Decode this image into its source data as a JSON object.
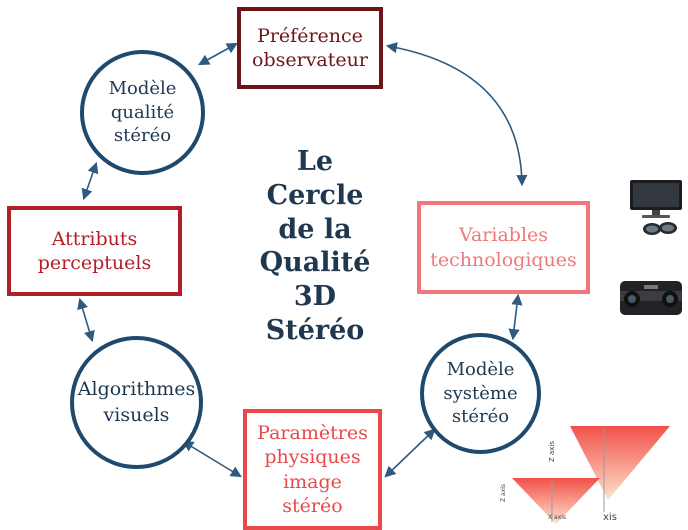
{
  "title": "Le\nCercle\nde la\nQualité\n3D\nStéréo",
  "nodes": {
    "preference": "Préférence\nobservateur",
    "variables": "Variables\ntechnologiques",
    "modele_systeme": "Modèle\nsystème\nstéréo",
    "parametres": "Paramètres\nphysiques\nimage\nstéréo",
    "algorithmes": "Algorithmes\nvisuels",
    "attributs": "Attributs\nperceptuels",
    "modele_qualite": "Modèle\nqualité\nstéréo"
  },
  "camera_diagram": {
    "axis_labels": [
      "Z axis",
      "X axis",
      "Z axis",
      "xis"
    ]
  },
  "colors": {
    "dark_red": "#6e1418",
    "red": "#b01e26",
    "light_red": "#f0787a",
    "bright_red": "#e8494b",
    "navy": "#1f4a6e",
    "text_navy": "#1f3850"
  }
}
